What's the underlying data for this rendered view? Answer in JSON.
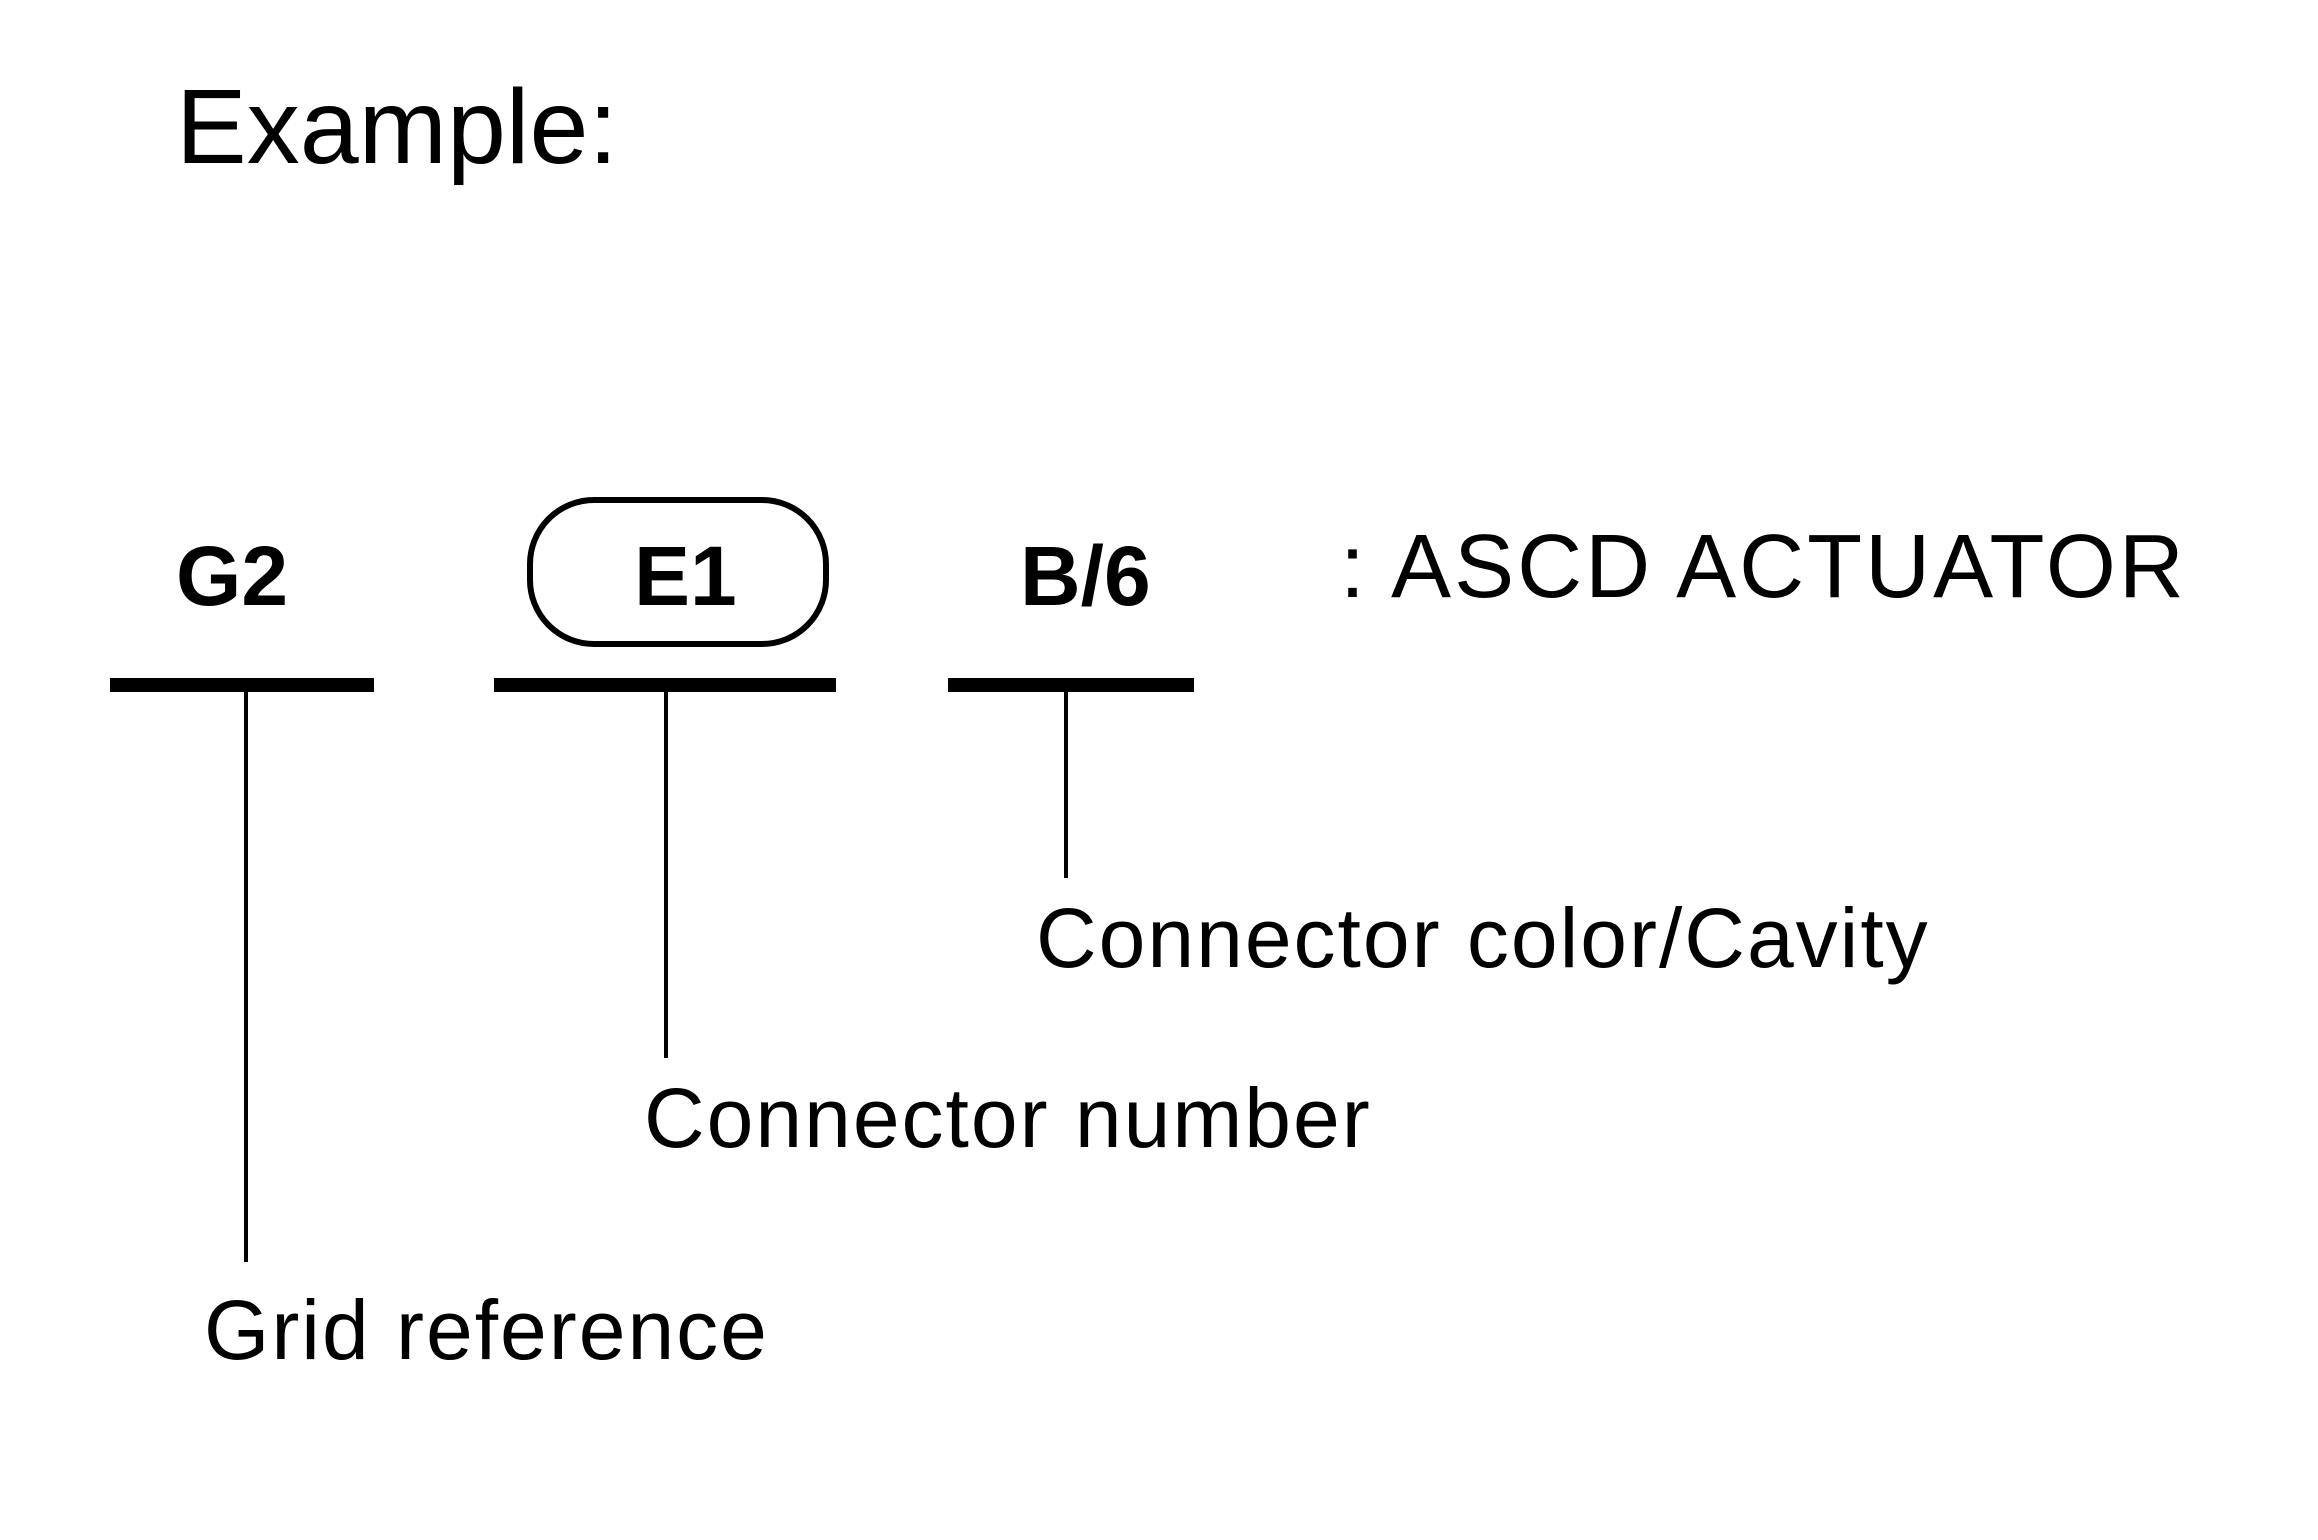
{
  "heading": "Example:",
  "codes": {
    "grid": "G2",
    "connector": "E1",
    "cavity": "B/6"
  },
  "description": ": ASCD ACTUATOR",
  "callouts": {
    "cavity": "Connector color/Cavity",
    "connector": "Connector number",
    "grid": "Grid reference"
  },
  "colors": {
    "ink": "#000000",
    "background": "#ffffff"
  }
}
